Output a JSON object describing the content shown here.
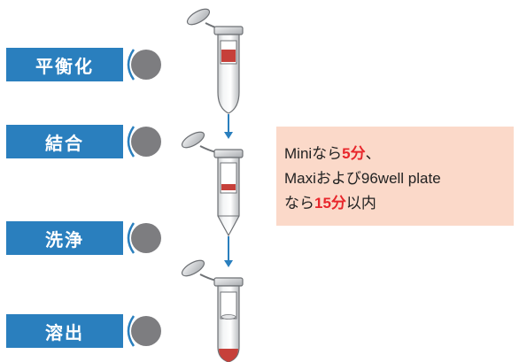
{
  "steps": [
    {
      "label": "平衡化"
    },
    {
      "label": "結合"
    },
    {
      "label": "洗浄"
    },
    {
      "label": "溶出"
    }
  ],
  "note": {
    "line1": {
      "a": "Miniなら",
      "b": "5分",
      "c": "、"
    },
    "line2": {
      "a": "Maxiおよび96well plate"
    },
    "line3": {
      "a": "なら",
      "b": "15分",
      "c": "以内"
    }
  },
  "colors": {
    "step_box": "#2a7fbe",
    "circle": "#7d7d80",
    "note_bg": "#fbd9c9",
    "highlight": "#e8262b",
    "liquid": "#c6403a",
    "arrow": "#2a7fbe"
  }
}
